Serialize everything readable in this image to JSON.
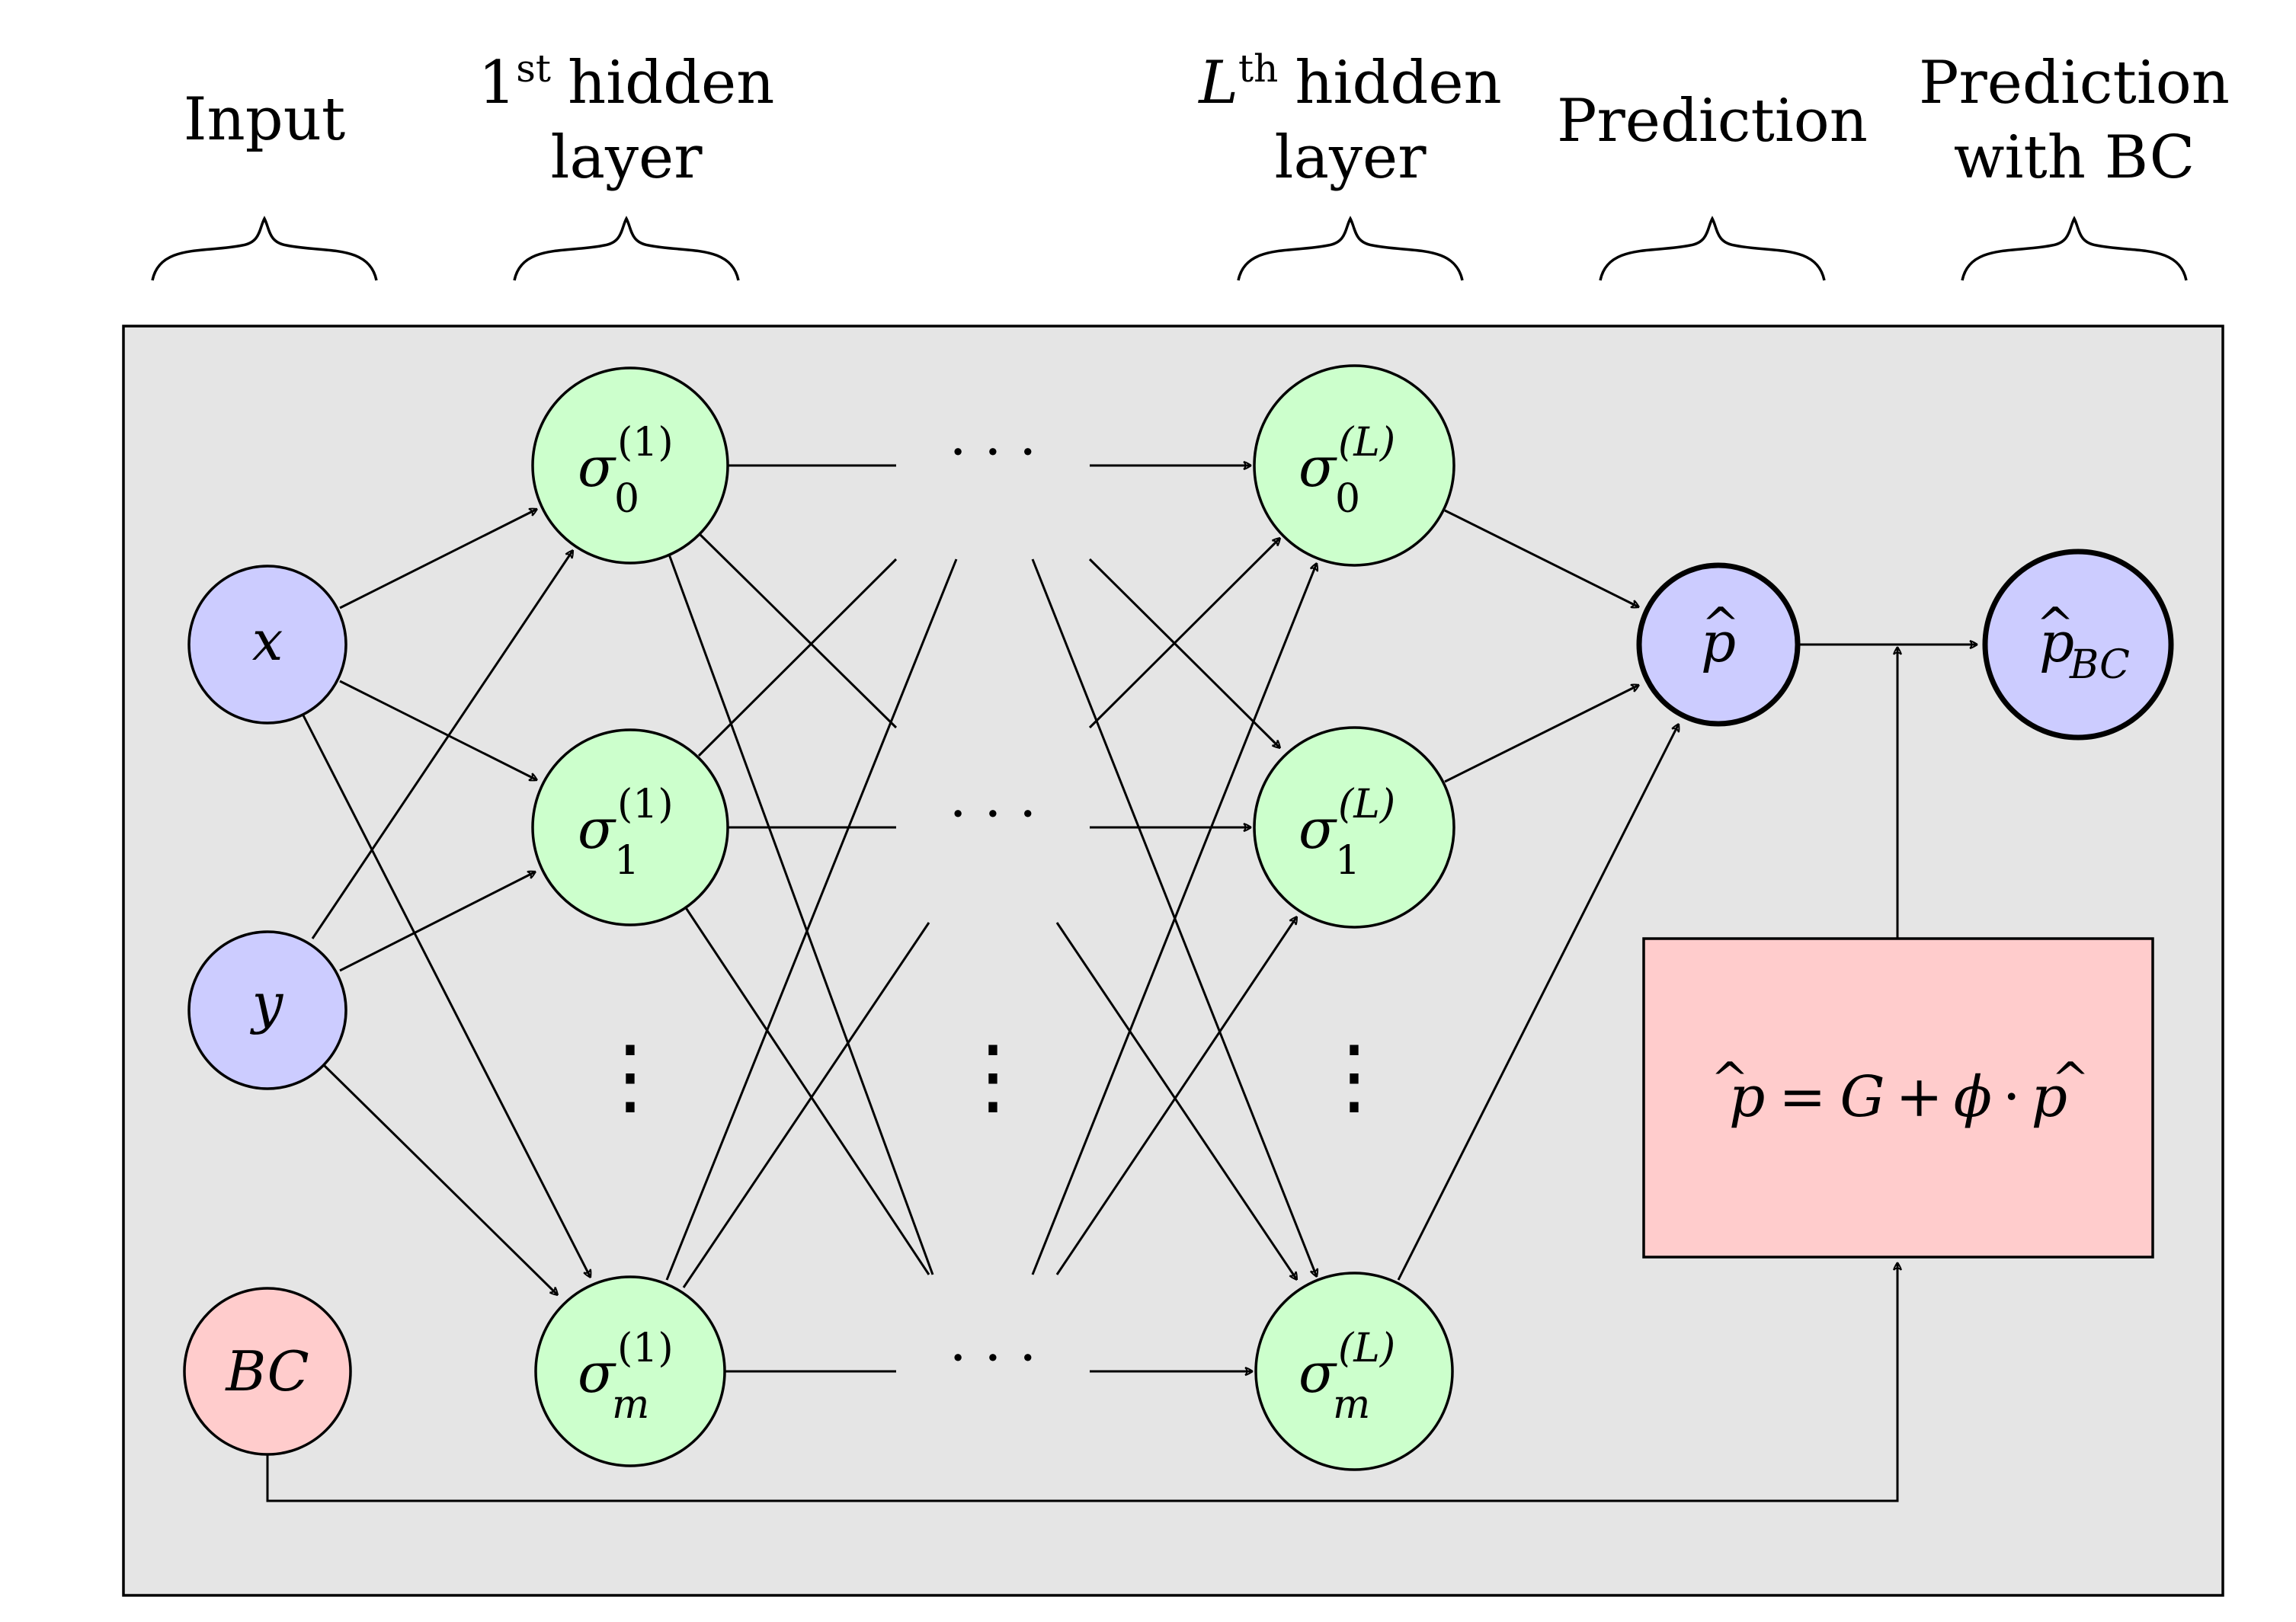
{
  "headers": {
    "input": "Input",
    "hidden1_num": "1",
    "hidden1_sup": "st",
    "hidden1_word": "hidden",
    "hidden1_line2": "layer",
    "hiddenL_var": "L",
    "hiddenL_sup": "th",
    "hiddenL_word": "hidden",
    "hiddenL_line2": "layer",
    "prediction": "Prediction",
    "prediction_bc_line1": "Prediction",
    "prediction_bc_line2": "with BC"
  },
  "nodes": {
    "x": "x",
    "y": "y",
    "bc": "BC",
    "sigma": "σ",
    "idx0": "0",
    "idx1": "1",
    "idxm": "m",
    "sup_l1": "(1)",
    "sup_lL": "(L)",
    "p": "p",
    "hat": "^",
    "bc_sub": "BC"
  },
  "dots": {
    "horizontal": "· · ·",
    "vertical": "⋮"
  },
  "formula": {
    "lhs_p": "p",
    "hat": "^",
    "eq": "=",
    "G": "G",
    "plus": "+",
    "phi": "ϕ",
    "dot": "·",
    "rhs_p": "p"
  },
  "colors": {
    "panel_fill": "#e5e5e5",
    "input_fill": "#ccccff",
    "hidden_fill": "#ccffcc",
    "bc_fill": "#ffcccc",
    "stroke": "#000000"
  }
}
